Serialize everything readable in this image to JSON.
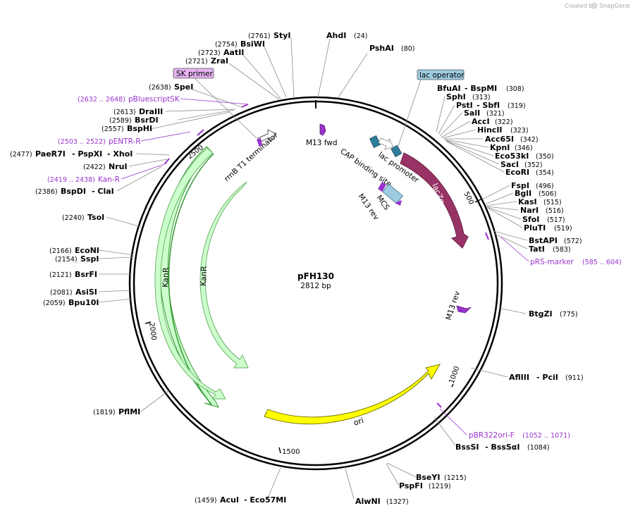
{
  "plasmid": {
    "name": "pFH130",
    "size": "2812 bp"
  },
  "branding": {
    "created_by": "Created by",
    "app": "SnapGene"
  },
  "ticks": [
    "500",
    "1000",
    "1500",
    "2000",
    "2500"
  ],
  "sites": {
    "styi": {
      "name": "StyI",
      "pos": "(2761)"
    },
    "bsiwi": {
      "name": "BsiWI",
      "pos": "(2754)"
    },
    "aatii": {
      "name": "AatII",
      "pos": "(2723)"
    },
    "zrai": {
      "name": "ZraI",
      "pos": "(2721)"
    },
    "spei": {
      "name": "SpeI",
      "pos": "(2638)"
    },
    "draiii": {
      "name": "DraIII",
      "pos": "(2613)"
    },
    "bsrdi": {
      "name": "BsrDI",
      "pos": "(2589)"
    },
    "bsphi": {
      "name": "BspHI",
      "pos": "(2557)"
    },
    "paer7i": {
      "name": "PaeR7I",
      "pos": "(2477)",
      "extra1": "- PspXI",
      "extra2": "- XhoI"
    },
    "nrui": {
      "name": "NruI",
      "pos": "(2422)"
    },
    "bspdi": {
      "name": "BspDI",
      "pos": "(2386)",
      "extra1": "- ClaI"
    },
    "tsoi": {
      "name": "TsoI",
      "pos": "(2240)"
    },
    "econi": {
      "name": "EcoNI",
      "pos": "(2166)"
    },
    "sspi": {
      "name": "SspI",
      "pos": "(2154)"
    },
    "bsrfi": {
      "name": "BsrFI",
      "pos": "(2121)"
    },
    "asisi": {
      "name": "AsiSI",
      "pos": "(2081)"
    },
    "bpu10i": {
      "name": "Bpu10I",
      "pos": "(2059)"
    },
    "pflmi": {
      "name": "PflMI",
      "pos": "(1819)"
    },
    "acui": {
      "name": "AcuI",
      "pos": "(1459)",
      "extra1": "- Eco57MI"
    },
    "alwni": {
      "name": "AlwNI",
      "pos": "(1327)"
    },
    "pspfi": {
      "name": "PspFI",
      "pos": "(1219)"
    },
    "bseyi": {
      "name": "BseYI",
      "pos": "(1215)"
    },
    "bsssi": {
      "name": "BssSI",
      "pos": "(1084)",
      "extra1": "- BssSαI"
    },
    "afliii": {
      "name": "AflIII",
      "pos": "(911)",
      "extra1": "- PciI"
    },
    "btgzi": {
      "name": "BtgZI",
      "pos": "(775)"
    },
    "tati": {
      "name": "TatI",
      "pos": "(583)"
    },
    "bstapi": {
      "name": "BstAPI",
      "pos": "(572)"
    },
    "pluti": {
      "name": "PluTI",
      "pos": "(519)"
    },
    "sfoi": {
      "name": "SfoI",
      "pos": "(517)"
    },
    "nari": {
      "name": "NarI",
      "pos": "(516)"
    },
    "kasi": {
      "name": "KasI",
      "pos": "(515)"
    },
    "bgli": {
      "name": "BglI",
      "pos": "(506)"
    },
    "fspi": {
      "name": "FspI",
      "pos": "(496)"
    },
    "ecori": {
      "name": "EcoRI",
      "pos": "(354)"
    },
    "saci": {
      "name": "SacI",
      "pos": "(352)"
    },
    "eco53ki": {
      "name": "Eco53kI",
      "pos": "(350)"
    },
    "kpni": {
      "name": "KpnI",
      "pos": "(346)"
    },
    "acc65i": {
      "name": "Acc65I",
      "pos": "(342)"
    },
    "hincii": {
      "name": "HincII",
      "pos": "(323)"
    },
    "acci": {
      "name": "AccI",
      "pos": "(322)"
    },
    "sali": {
      "name": "SalI",
      "pos": "(321)"
    },
    "psti": {
      "name": "PstI",
      "pos": "(319)",
      "extra1": "- SbfI"
    },
    "sphi": {
      "name": "SphI",
      "pos": "(313)"
    },
    "bfuai": {
      "name": "BfuAI",
      "pos": "(308)",
      "extra1": "- BspMI"
    },
    "pshai": {
      "name": "PshAI",
      "pos": "(80)"
    },
    "ahdi": {
      "name": "AhdI",
      "pos": "(24)"
    }
  },
  "primers": {
    "pbluescriptsk": {
      "name": "pBluescriptSK",
      "range": "(2632 .. 2648)"
    },
    "pentr_r": {
      "name": "pENTR-R",
      "range": "(2503 .. 2522)"
    },
    "kan_r": {
      "name": "Kan-R",
      "range": "(2419 .. 2438)"
    },
    "prs_marker": {
      "name": "pRS-marker",
      "range": "(585 .. 604)"
    },
    "pbr322ori_f": {
      "name": "pBR322ori-F",
      "range": "(1052 .. 1071)"
    }
  },
  "features": {
    "sk_primer": "SK primer",
    "lac_operator": "lac operator",
    "rrnb": "rrnB T1 terminator",
    "m13fwd": "M13 fwd",
    "cap": "CAP binding site",
    "lacprom": "lac promoter",
    "mcs": "MCS",
    "m13rev_inner": "M13 rev",
    "m13rev_right": "M13 rev",
    "lacza": "lacZα",
    "kanr_outer": "KanR",
    "kanr_inner": "KanR",
    "ori": "ori"
  },
  "colors": {
    "lacza": "#993366",
    "ori": "#ffff00",
    "kanr": "#ccffcc",
    "kanr_outline": "#339933",
    "primer": "#9933cc",
    "cap": "#2e7d9a",
    "lac_operator": "#9ecbe0",
    "sk_primer_box": "#e6b3f0"
  }
}
